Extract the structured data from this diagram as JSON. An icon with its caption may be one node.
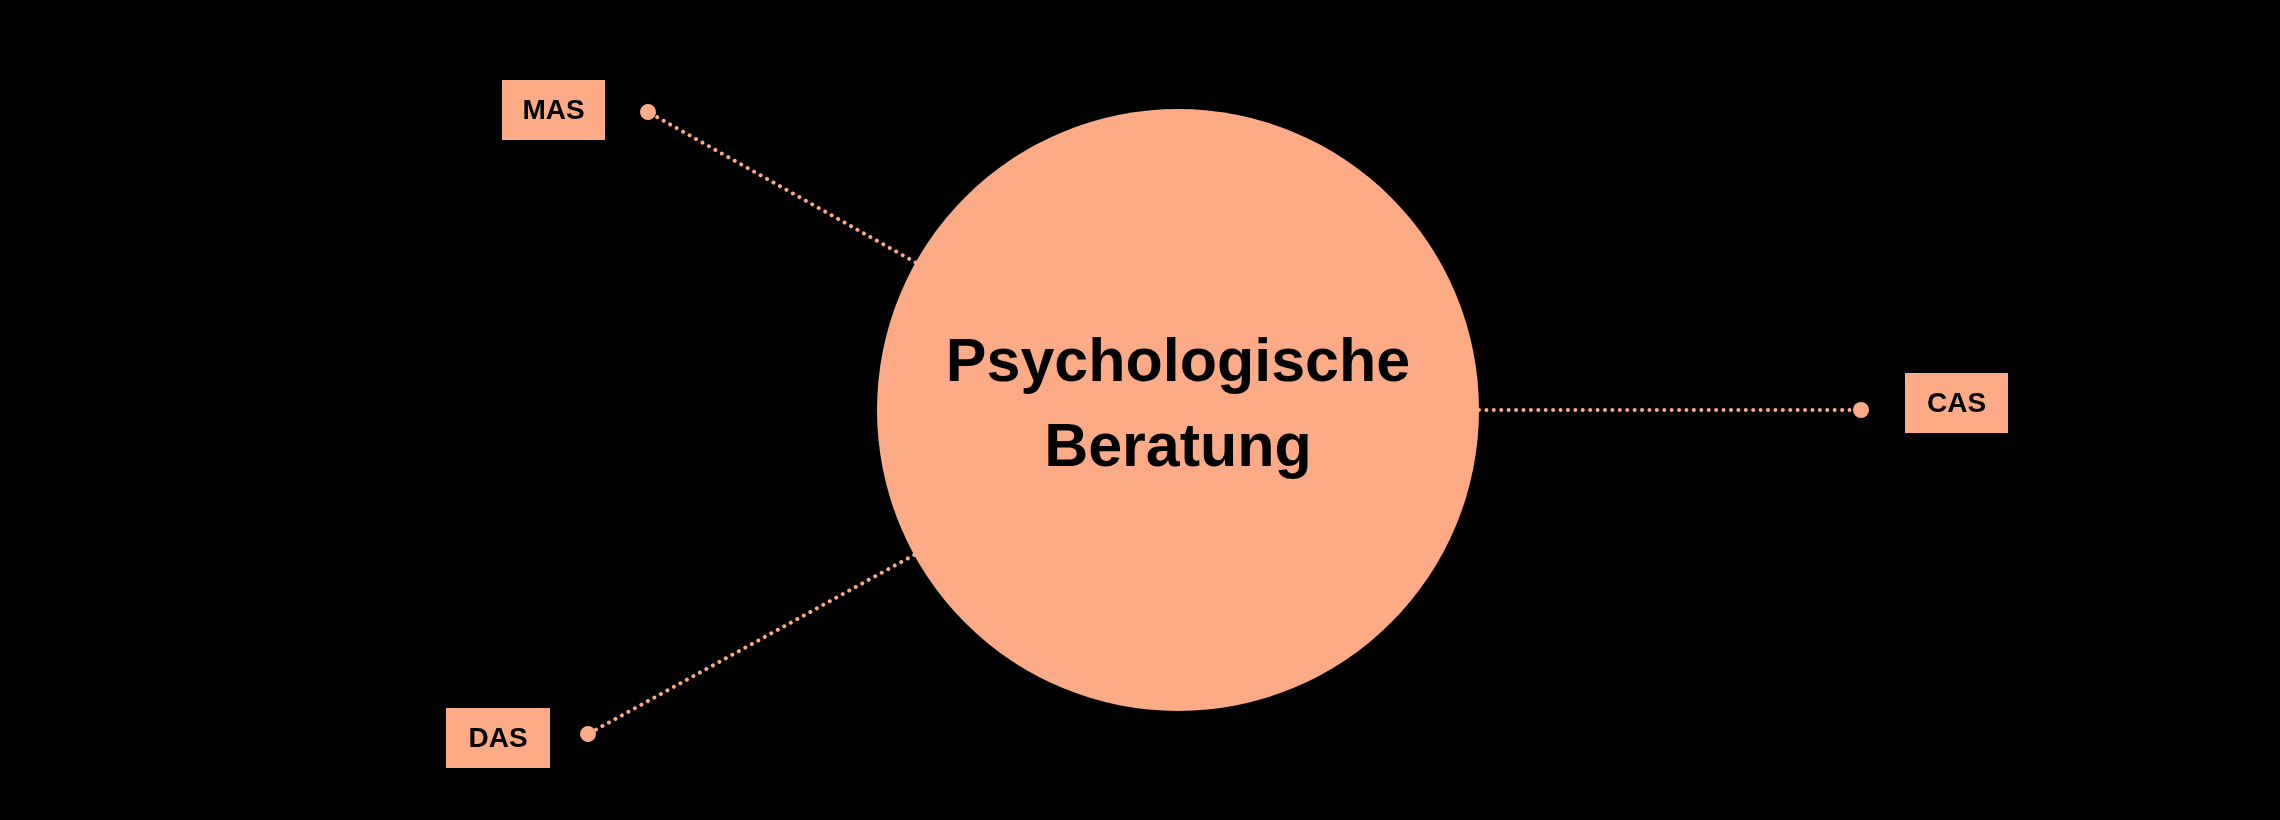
{
  "diagram": {
    "nodes": [
      {
        "text": [
          "MAS"
        ]
      },
      {
        "text": [
          "Psychologische Beratung"
        ]
      },
      {
        "text": [
          "CAS"
        ]
      },
      {
        "text": [
          "DAS"
        ]
      }
    ],
    "edges": [
      {
        "from": 1,
        "to": 0,
        "arrow": "other",
        "style": "dashed"
      },
      {
        "from": 1,
        "to": 2,
        "arrow": "other",
        "style": "dashed"
      },
      {
        "from": 1,
        "to": 3,
        "arrow": "other",
        "style": "dashed"
      }
    ]
  }
}
